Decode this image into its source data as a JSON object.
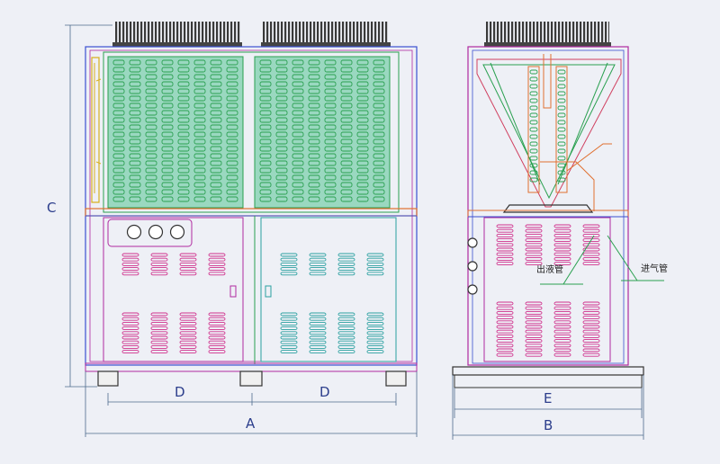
{
  "front_view": {
    "dimension_labels": {
      "height": "C",
      "span_left": "D",
      "span_right": "D",
      "overall_width": "A"
    },
    "connections_count": 3
  },
  "side_view": {
    "dimension_labels": {
      "base_width": "E",
      "overall_width": "B"
    },
    "callouts": {
      "liquid_outlet_pipe": "出液管",
      "gas_return_pipe": "进气管"
    }
  },
  "colors": {
    "background": "#eef0f6",
    "outline_blue": "#3a4fd0",
    "coil_green": "#2aa050",
    "coil_fill": "#9ad8c0",
    "louver_pink": "#d0308c",
    "louver_teal": "#2aa0a0",
    "frame_magenta": "#b02aa0",
    "pipe_orange": "#e07030",
    "dimension_line": "#4d6b8c",
    "dark_metal": "#333333"
  }
}
